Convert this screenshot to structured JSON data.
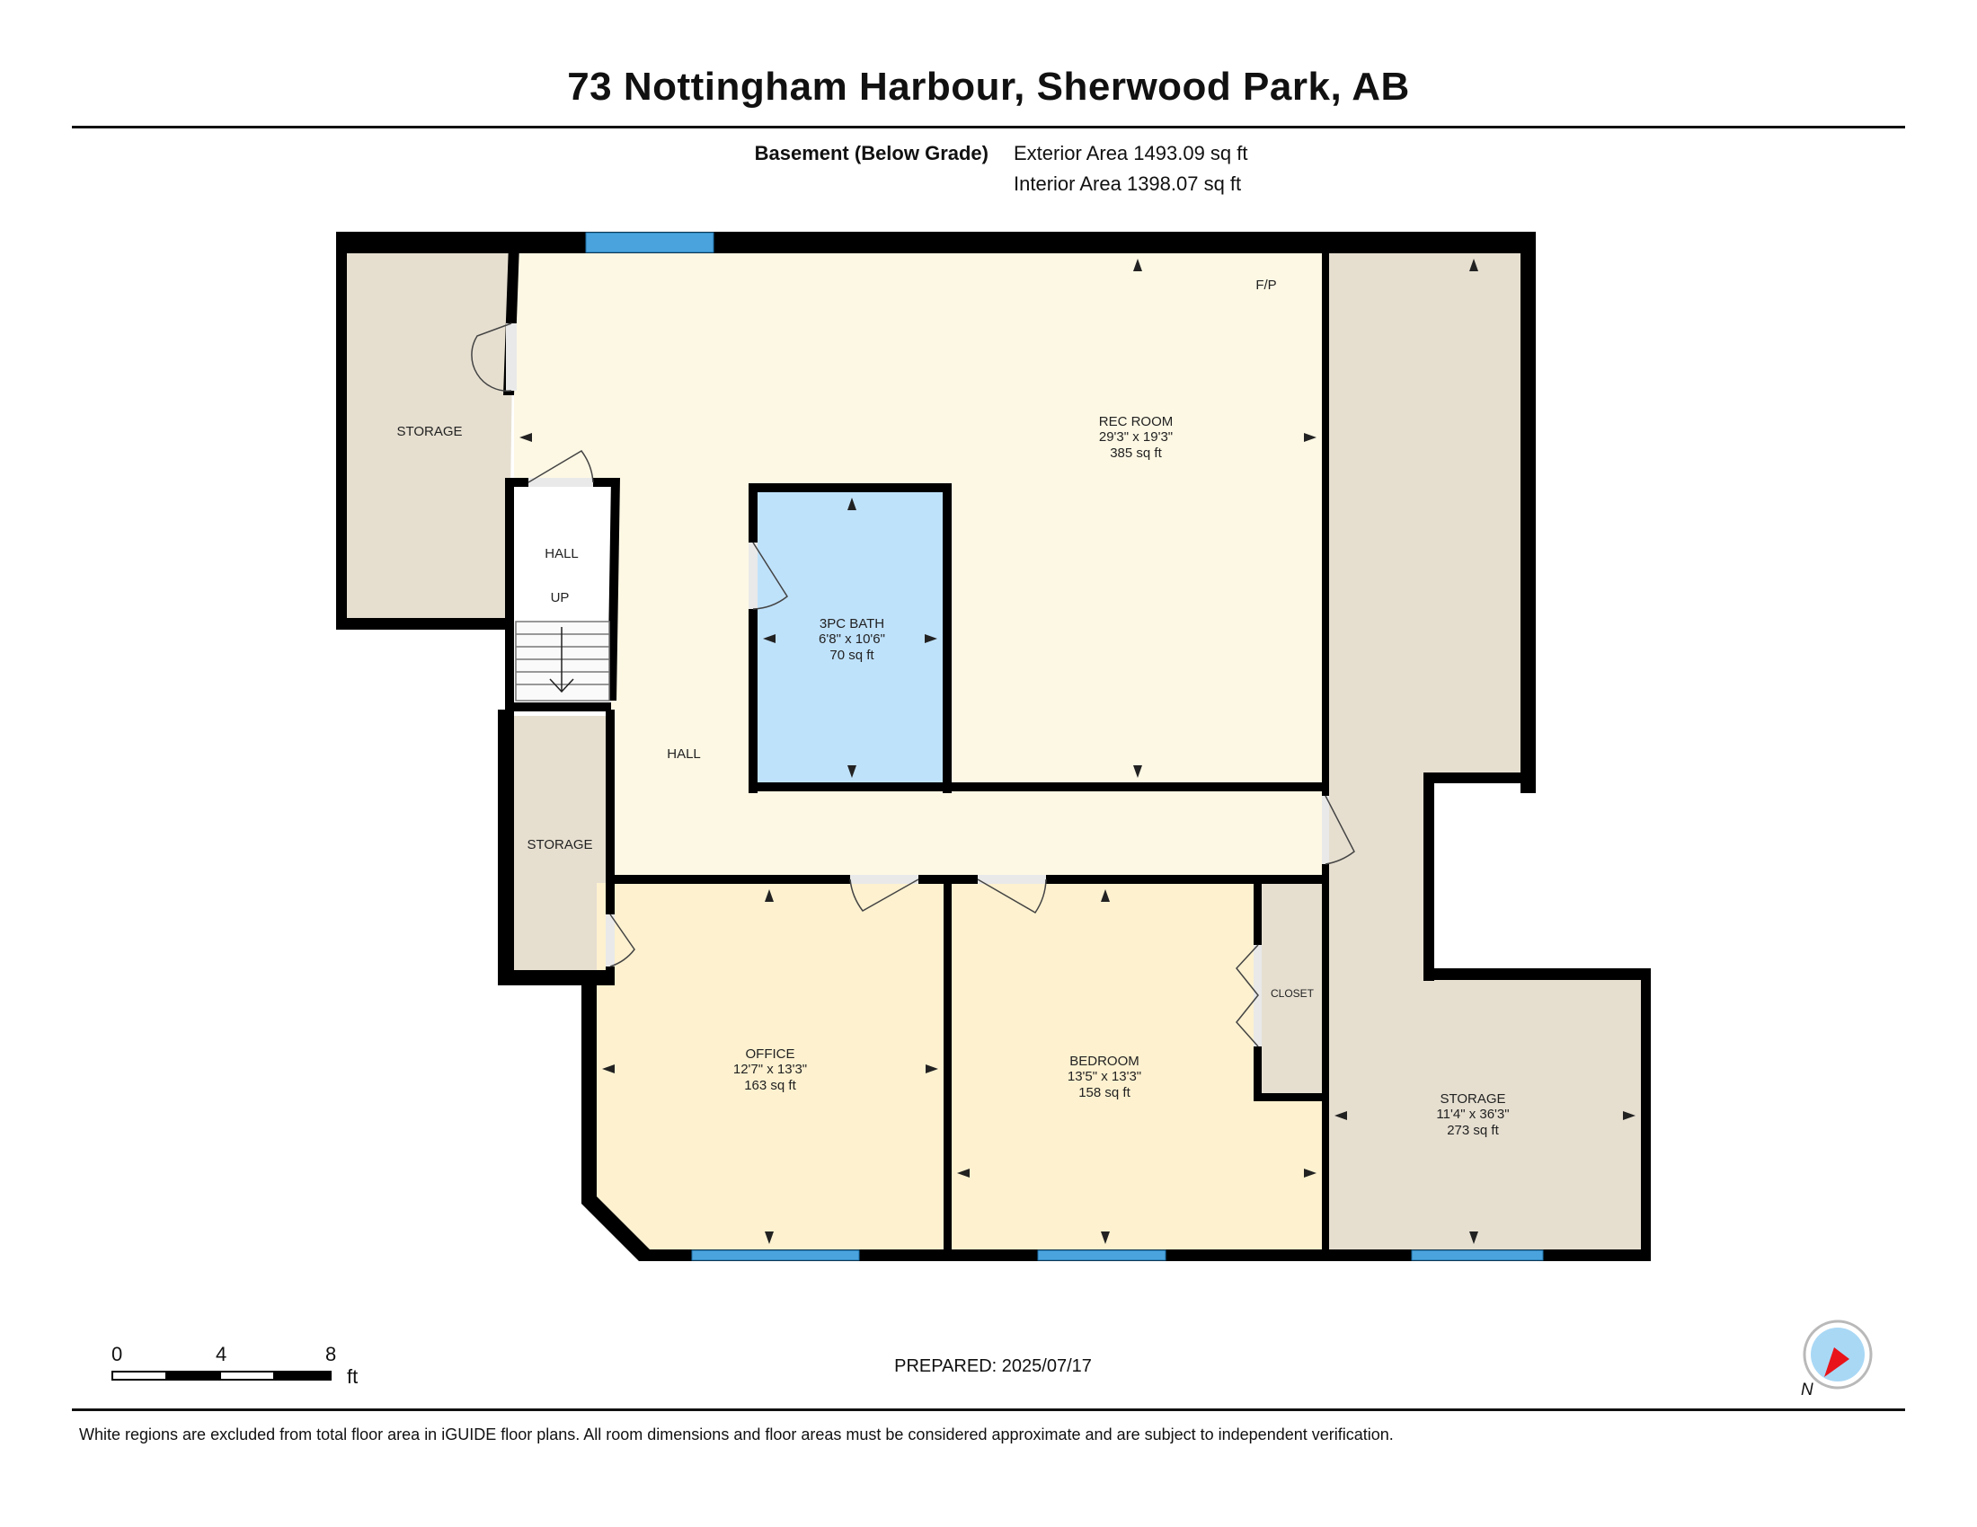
{
  "header": {
    "title": "73 Nottingham Harbour, Sherwood Park, AB"
  },
  "floor": {
    "name": "Basement (Below Grade)",
    "exterior_area": "Exterior Area 1493.09 sq ft",
    "interior_area": "Interior Area 1398.07 sq ft"
  },
  "rooms": {
    "rec_room": {
      "name": "REC ROOM",
      "dims": "29'3\" x 19'3\"",
      "area": "385 sq ft"
    },
    "bath": {
      "name": "3PC BATH",
      "dims": "6'8\" x 10'6\"",
      "area": "70 sq ft"
    },
    "office": {
      "name": "OFFICE",
      "dims": "12'7\" x 13'3\"",
      "area": "163 sq ft"
    },
    "bedroom": {
      "name": "BEDROOM",
      "dims": "13'5\" x 13'3\"",
      "area": "158 sq ft"
    },
    "storage_big": {
      "name": "STORAGE",
      "dims": "11'4\" x 36'3\"",
      "area": "273 sq ft"
    },
    "storage_left": {
      "name": "STORAGE"
    },
    "storage_mid": {
      "name": "STORAGE"
    },
    "closet": {
      "name": "CLOSET"
    },
    "hall_upper": {
      "name": "HALL"
    },
    "hall_main": {
      "name": "HALL"
    },
    "stairs": {
      "label": "UP"
    },
    "fireplace": {
      "label": "F/P"
    }
  },
  "scale": {
    "ticks": [
      "0",
      "4",
      "8"
    ],
    "unit": "ft"
  },
  "prepared": "PREPARED: 2025/07/17",
  "compass": {
    "label": "N"
  },
  "footer": "White regions are excluded from total floor area in iGUIDE floor plans. All room dimensions and floor areas must be considered approximate and are subject to independent verification.",
  "colors": {
    "wall": "#000000",
    "hall_rec": "#fdf8e4",
    "bath": "#bfe2fb",
    "office_bedroom": "#fdf1cf",
    "storage": "#e6dfd0",
    "window": "#4aa3dd",
    "compass_red": "#e8141a",
    "compass_blue": "#a9d8f5"
  }
}
